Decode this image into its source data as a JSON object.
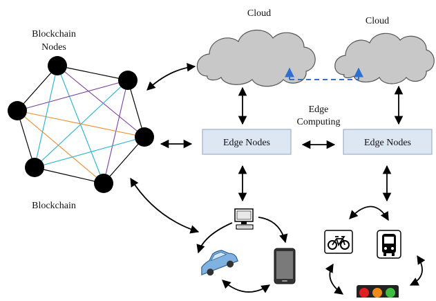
{
  "labels": {
    "blockchain_nodes": [
      "Blockchain",
      "Nodes"
    ],
    "blockchain": "Blockchain",
    "cloud_left": "Cloud",
    "cloud_right": "Cloud",
    "edge_computing": [
      "Edge",
      "Computing"
    ],
    "edge_nodes_left": "Edge Nodes",
    "edge_nodes_right": "Edge Nodes"
  },
  "colors": {
    "node_fill": "#000000",
    "cloud_fill": "#c8c8c8",
    "edge_box_fill": "#dde6f3",
    "link_cyan": "#1fb3d2",
    "link_purple": "#7b3fa0",
    "link_orange": "#ef8a2c",
    "cloud_link_blue": "#2f6fd0"
  },
  "icons": [
    "computer-icon",
    "car-icon",
    "smartphone-icon",
    "bicycle-icon",
    "bus-icon",
    "traffic-light-icon"
  ]
}
